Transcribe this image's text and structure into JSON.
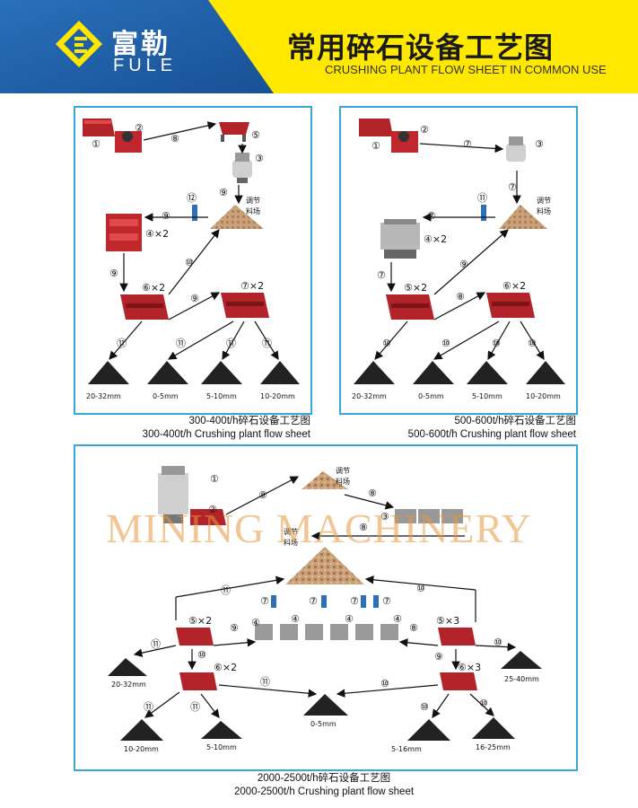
{
  "header": {
    "brand_cn": "富勒",
    "brand_en": "FULE",
    "title_cn": "常用碎石设备工艺图",
    "title_en": "CRUSHING PLANT FLOW SHEET IN COMMON USE",
    "colors": {
      "blue": "#1f5fa8",
      "yellow": "#ffe800",
      "panel_border": "#37a6d8",
      "equipment": "#c0272d",
      "pile": "#222222"
    }
  },
  "panel1": {
    "caption_cn": "300-400t/h碎石设备工艺图",
    "caption_en": "300-400t/h Crushing plant flow sheet",
    "stockpile_label_1": "调节",
    "stockpile_label_2": "料场",
    "markers": [
      "①",
      "②",
      "⑧",
      "⑤",
      "③",
      "⑨",
      "⑫",
      "⑨",
      "④×2",
      "⑩",
      "⑨",
      "⑥×2",
      "⑦×2",
      "⑨",
      "⑪",
      "⑪",
      "⑪",
      "⑪"
    ],
    "piles": [
      "20-32mm",
      "0-5mm",
      "5-10mm",
      "10-20mm"
    ]
  },
  "panel2": {
    "caption_cn": "500-600t/h碎石设备工艺图",
    "caption_en": "500-600t/h Crushing plant flow sheet",
    "stockpile_label_1": "调节",
    "stockpile_label_2": "料场",
    "markers": [
      "①",
      "②",
      "⑦",
      "③",
      "⑦",
      "⑦",
      "⑪",
      "④×2",
      "⑦",
      "⑨",
      "⑤×2",
      "⑧",
      "⑥×2",
      "⑩",
      "⑩",
      "⑩",
      "⑩"
    ],
    "piles": [
      "20-32mm",
      "0-5mm",
      "5-10mm",
      "10-20mm"
    ]
  },
  "panel3": {
    "caption_cn": "2000-2500t/h碎石设备工艺图",
    "caption_en": "2000-2500t/h Crushing plant flow sheet",
    "stockpile_top_1": "调节",
    "stockpile_top_2": "料场",
    "stockpile_main_1": "调节",
    "stockpile_main_2": "料场",
    "markers": [
      "①",
      "②",
      "⑧",
      "⑧",
      "③",
      "⑧",
      "⑪",
      "⑩",
      "⑦",
      "⑦",
      "⑦",
      "⑦",
      "④",
      "④",
      "④",
      "④",
      "⑤×2",
      "⑤×3",
      "⑨",
      "⑧",
      "⑪",
      "⑩",
      "⑩",
      "⑨",
      "⑥×2",
      "⑥×3",
      "⑪",
      "⑩",
      "⑪",
      "⑪",
      "⑩",
      "⑩"
    ],
    "piles": [
      "20-32mm",
      "25-40mm",
      "0-5mm",
      "10-20mm",
      "5-10mm",
      "5-16mm",
      "16-25mm"
    ]
  },
  "watermark": "MINING MACHINERY"
}
